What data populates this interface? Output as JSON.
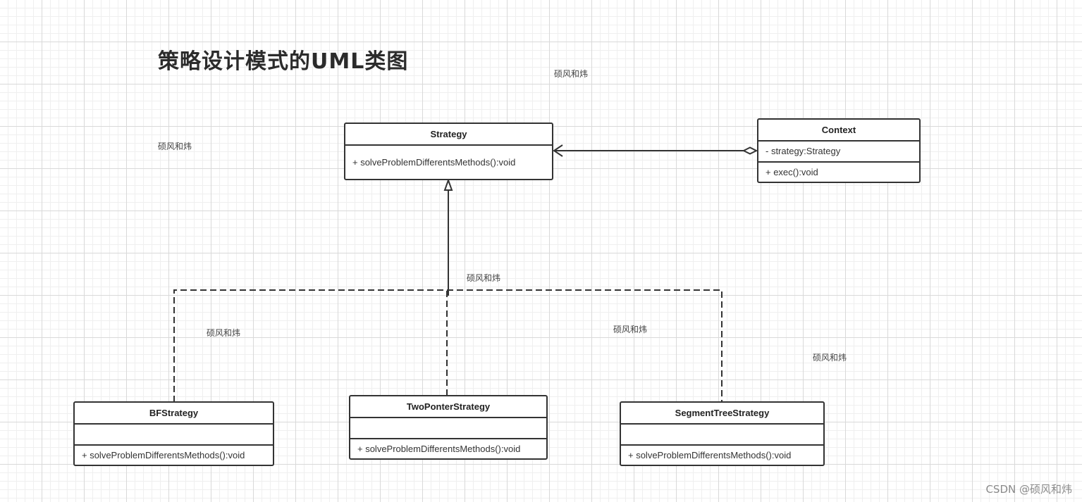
{
  "diagram": {
    "title": "策略设计模式的UML类图",
    "classes": {
      "strategy": {
        "name": "Strategy",
        "attributes": [],
        "methods": [
          "+ solveProblemDifferentsMethods():void"
        ]
      },
      "context": {
        "name": "Context",
        "attributes": [
          "- strategy:Strategy"
        ],
        "methods": [
          "+ exec():void"
        ]
      },
      "bf": {
        "name": "BFStrategy",
        "attributes": [],
        "methods": [
          "+ solveProblemDifferentsMethods():void"
        ]
      },
      "twopointer": {
        "name": "TwoPonterStrategy",
        "attributes": [],
        "methods": [
          "+ solveProblemDifferentsMethods():void"
        ]
      },
      "segtree": {
        "name": "SegmentTreeStrategy",
        "attributes": [],
        "methods": [
          "+ solveProblemDifferentsMethods():void"
        ]
      }
    },
    "relationships": [
      {
        "type": "aggregation",
        "from": "Context",
        "to": "Strategy"
      },
      {
        "type": "realization",
        "from": "BFStrategy",
        "to": "Strategy"
      },
      {
        "type": "realization",
        "from": "TwoPonterStrategy",
        "to": "Strategy"
      },
      {
        "type": "realization",
        "from": "SegmentTreeStrategy",
        "to": "Strategy"
      }
    ],
    "watermarks": [
      "硕风和炜",
      "硕风和炜",
      "硕风和炜",
      "硕风和炜",
      "硕风和炜",
      "硕风和炜"
    ],
    "footer_watermark": "CSDN @硕风和炜",
    "colors": {
      "line": "#333333",
      "grid": "#d9d9d9",
      "background": "#ffffff"
    }
  }
}
